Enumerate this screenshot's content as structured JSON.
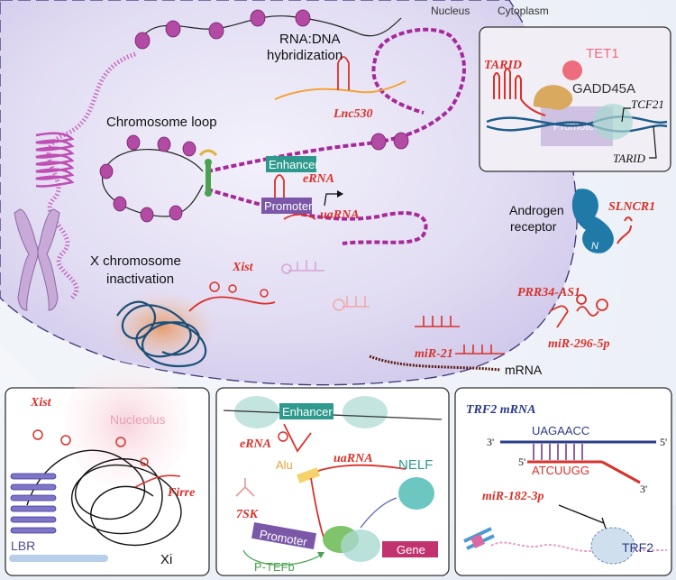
{
  "regions": {
    "nucleus": "Nucleus",
    "cytoplasm": "Cytoplasm"
  },
  "main": {
    "rna_dna": "RNA:DNA",
    "hybridization": "hybridization",
    "lnc530": "Lnc530",
    "chromosome_loop": "Chromosome loop",
    "enhancer": "Enhancer",
    "erna": "eRNA",
    "uarna": "uaRNA",
    "promoter": "Promoter",
    "x_inact_1": "X chromosome",
    "x_inact_2": "inactivation",
    "xist": "Xist"
  },
  "inset_tarid": {
    "tet1": "TET1",
    "tarid": "TARID",
    "gadd45a": "GADD45A",
    "tcf21": "TCF21",
    "promoter": "Promoter",
    "tarid_bottom": "TARID"
  },
  "cytoplasm": {
    "androgen": "Androgen",
    "receptor": "receptor",
    "slncr1": "SLNCR1",
    "n": "N",
    "prr34": "PRR34-AS1",
    "mir296": "miR-296-5p",
    "mir21": "miR-21",
    "mrna": "mRNA"
  },
  "panel_xi": {
    "xist": "Xist",
    "nucleolus": "Nucleolus",
    "firre": "Firre",
    "lbr": "LBR",
    "xi": "Xi"
  },
  "panel_enhancer": {
    "enhancer": "Enhancer",
    "erna": "eRNA",
    "uarna": "uaRNA",
    "alu": "Alu",
    "nelf": "NELF",
    "sevensk": "7SK",
    "promoter": "Promoter",
    "gene": "Gene",
    "ptefb": "P-TEFb"
  },
  "panel_trf2": {
    "title": "TRF2 mRNA",
    "seq_top": "UAGAACC",
    "seq_bottom": "ATCUUGG",
    "three_prime_left": "3'",
    "five_prime_right": "5'",
    "five_prime_left": "5'",
    "three_prime_right": "3'",
    "mir182": "miR-182-3p",
    "trf2": "TRF2"
  },
  "colors": {
    "nucleus_fill": "#dcd6f0",
    "chromatin": "#a6299a",
    "nucleosome": "#b34aa3",
    "lncrna": "#d8322b",
    "enhancer_box": "#2e9a8e",
    "promoter_box": "#7b57a8",
    "gene_box": "#c2326f",
    "dna_blue": "#1f5d8a",
    "xi_blue": "#1b4f7a"
  }
}
